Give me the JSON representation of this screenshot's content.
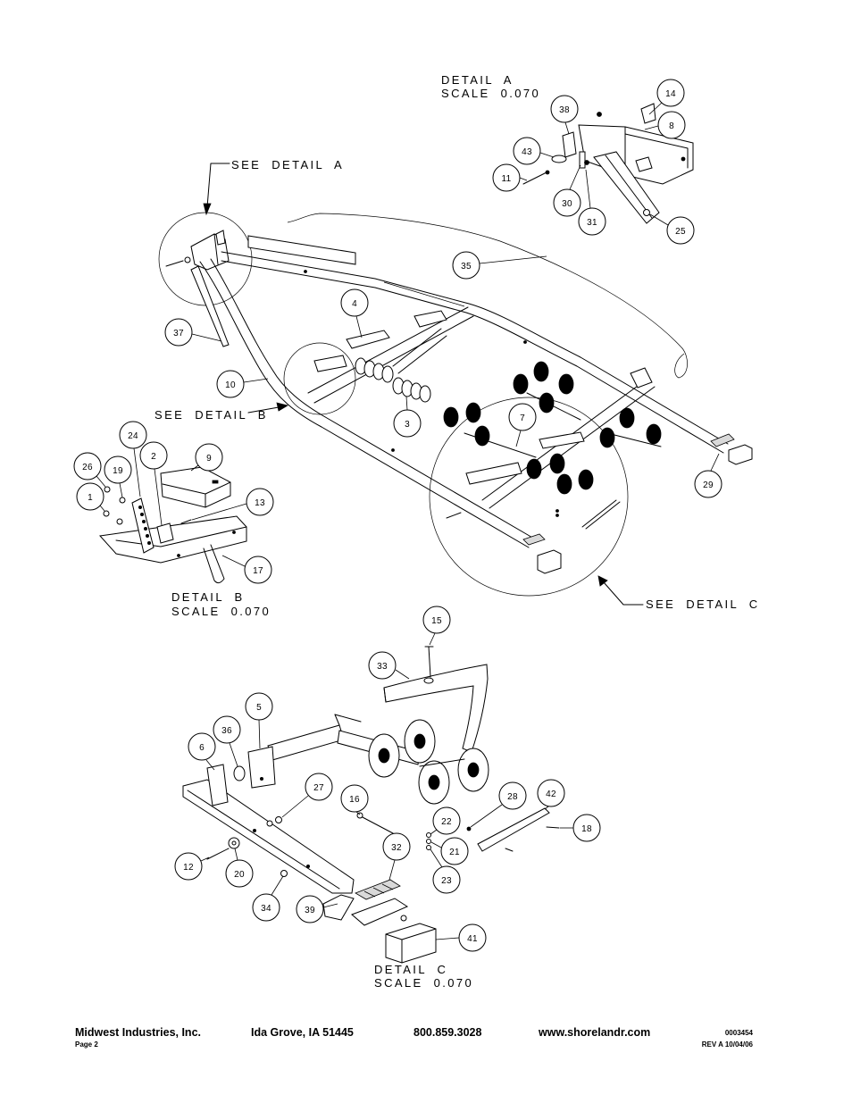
{
  "detail_a": {
    "title": "DETAIL A",
    "scale": "SCALE 0.070",
    "callouts": [
      "14",
      "38",
      "8",
      "43",
      "11",
      "30",
      "31",
      "25"
    ]
  },
  "main": {
    "see_detail_a": "SEE DETAIL A",
    "see_detail_b": "SEE DETAIL B",
    "see_detail_c": "SEE DETAIL C",
    "callouts": [
      "35",
      "4",
      "37",
      "10",
      "3",
      "7",
      "29"
    ]
  },
  "detail_b": {
    "title": "DETAIL B",
    "scale": "SCALE 0.070",
    "callouts": [
      "24",
      "9",
      "2",
      "26",
      "19",
      "1",
      "13",
      "17"
    ]
  },
  "detail_c": {
    "title": "DETAIL C",
    "scale": "SCALE 0.070",
    "callouts": [
      "15",
      "33",
      "5",
      "36",
      "6",
      "27",
      "16",
      "28",
      "42",
      "22",
      "18",
      "32",
      "21",
      "12",
      "20",
      "23",
      "34",
      "39",
      "41"
    ]
  },
  "footer": {
    "company": "Midwest Industries, Inc.",
    "location": "Ida Grove, IA  51445",
    "phone": "800.859.3028",
    "website": "www.shorelandr.com",
    "doc_number": "0003454",
    "page": "Page 2",
    "revision": "REV A  10/04/06"
  }
}
